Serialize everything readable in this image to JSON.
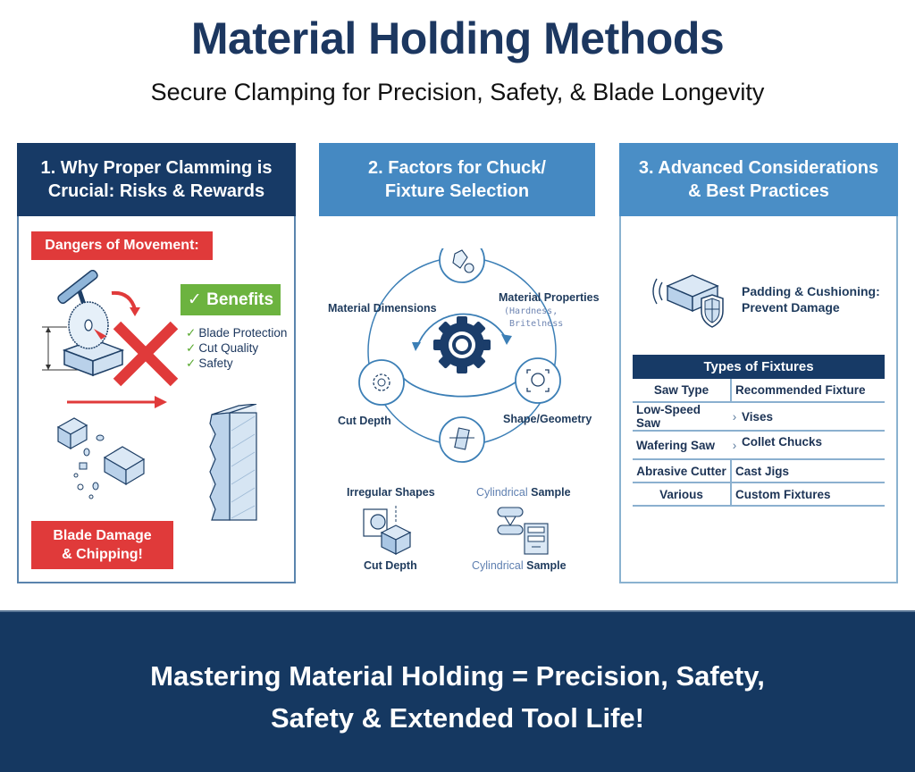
{
  "header": {
    "title": "Material Holding Methods",
    "subtitle": "Secure Clamping for Precision, Safety, & Blade Longevity"
  },
  "panels": [
    {
      "heading_line1": "1. Why Proper Clamming is",
      "heading_line2": "Crucial: Risks & Rewards",
      "dangers_label": "Dangers of Movement:",
      "benefits_label": "Benefits",
      "benefits": [
        "Blade Protection",
        "Cut Quality",
        "Safety"
      ],
      "damage_line1": "Blade Damage",
      "damage_line2": "& Chipping!"
    },
    {
      "heading_line1": "2. Factors for Chuck/",
      "heading_line2": "Fixture Selection",
      "cycle_labels": {
        "material_dimensions": "Material Dimensions",
        "material_properties": "Material Properties",
        "properties_detail_1": "Hardness,",
        "properties_detail_2": "Britelness",
        "cut_depth": "Cut Depth",
        "shape_geometry": "Shape/Geometry"
      },
      "examples": {
        "irregular_shapes": "Irregular Shapes",
        "cut_depth": "Cut Depth",
        "cylindrical_a": "Cylindrical",
        "sample_a": "Sample",
        "cylindrical_b": "Cylindrical",
        "sample_b": "Sample"
      }
    },
    {
      "heading_line1": "3. Advanced Considerations",
      "heading_line2": "& Best Practices",
      "padding_line1": "Padding & Cushioning:",
      "padding_line2": "Prevent Damage",
      "table": {
        "title": "Types of Fixtures",
        "columns": [
          "Saw Type",
          "Recommended Fixture"
        ],
        "rows": [
          [
            "Low-Speed Saw",
            "Vises"
          ],
          [
            "Wafering Saw",
            "Collet Chucks"
          ],
          [
            "Abrasive Cutter",
            "Cast Jigs"
          ],
          [
            "Various",
            "Custom Fixtures"
          ]
        ]
      }
    }
  ],
  "footer": {
    "line1": "Mastering Material Holding = Precision, Safety,",
    "line2": "Safety & Extended Tool Life!"
  },
  "colors": {
    "navy": "#173a66",
    "mid_blue": "#4589c2",
    "danger_red": "#e03a3a",
    "benefit_green": "#6cb33f"
  }
}
